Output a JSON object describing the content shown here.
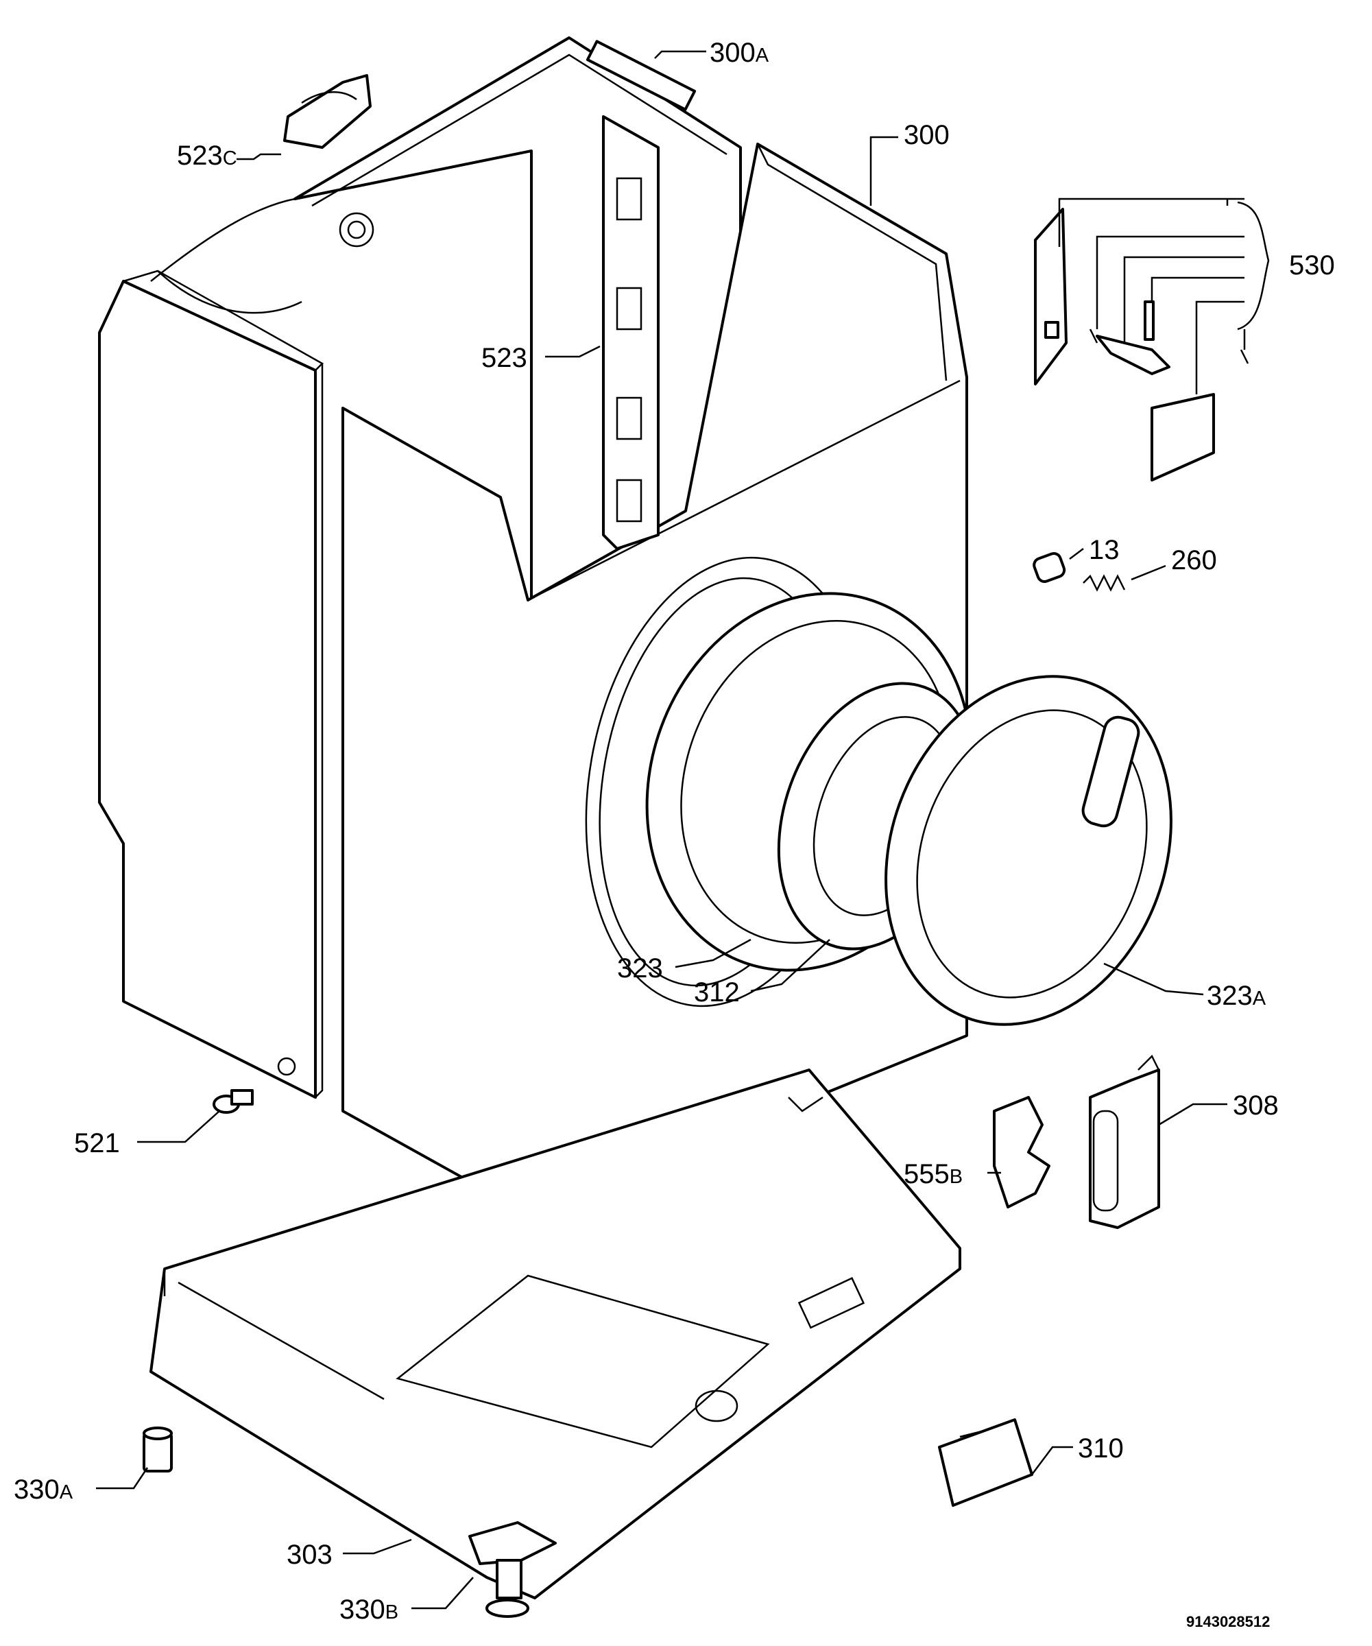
{
  "labels": {
    "l300A": {
      "num": "300",
      "suffix": "A"
    },
    "l300": {
      "num": "300",
      "suffix": ""
    },
    "l523C": {
      "num": "523",
      "suffix": "C"
    },
    "l530": {
      "num": "530",
      "suffix": ""
    },
    "l523": {
      "num": "523",
      "suffix": ""
    },
    "l13": {
      "num": "13",
      "suffix": ""
    },
    "l260": {
      "num": "260",
      "suffix": ""
    },
    "l323": {
      "num": "323",
      "suffix": ""
    },
    "l312": {
      "num": "312",
      "suffix": ""
    },
    "l323A": {
      "num": "323",
      "suffix": "A"
    },
    "l521": {
      "num": "521",
      "suffix": ""
    },
    "l308": {
      "num": "308",
      "suffix": ""
    },
    "l555B": {
      "num": "555",
      "suffix": "B"
    },
    "l310": {
      "num": "310",
      "suffix": ""
    },
    "l330A": {
      "num": "330",
      "suffix": "A"
    },
    "l303": {
      "num": "303",
      "suffix": ""
    },
    "l330B": {
      "num": "330",
      "suffix": "B"
    }
  },
  "drawing_code": "9143028512"
}
